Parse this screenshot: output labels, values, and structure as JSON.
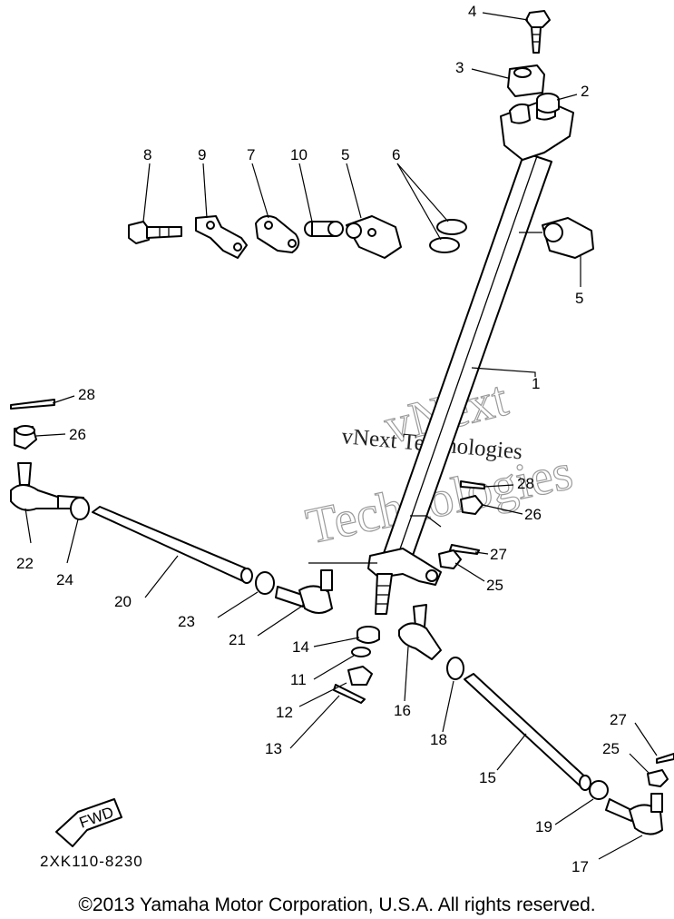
{
  "diagram": {
    "part_code": "2XK110-8230",
    "fwd_label": "FWD",
    "watermark_top": "vNext",
    "watermark_bottom": "Technologies",
    "watermark_line": "vNext Technologies",
    "copyright": "©2013 Yamaha Motor Corporation, U.S.A. All rights reserved.",
    "callouts": {
      "c1": "1",
      "c2": "2",
      "c3": "3",
      "c4": "4",
      "c5a": "5",
      "c5b": "5",
      "c6": "6",
      "c7": "7",
      "c8": "8",
      "c9": "9",
      "c10": "10",
      "c11": "11",
      "c12": "12",
      "c13": "13",
      "c14": "14",
      "c15": "15",
      "c16": "16",
      "c17": "17",
      "c18": "18",
      "c19": "19",
      "c20": "20",
      "c21": "21",
      "c22": "22",
      "c23": "23",
      "c24": "24",
      "c25a": "25",
      "c25b": "25",
      "c26a": "26",
      "c26b": "26",
      "c27a": "27",
      "c27b": "27",
      "c28a": "28",
      "c28b": "28"
    }
  }
}
